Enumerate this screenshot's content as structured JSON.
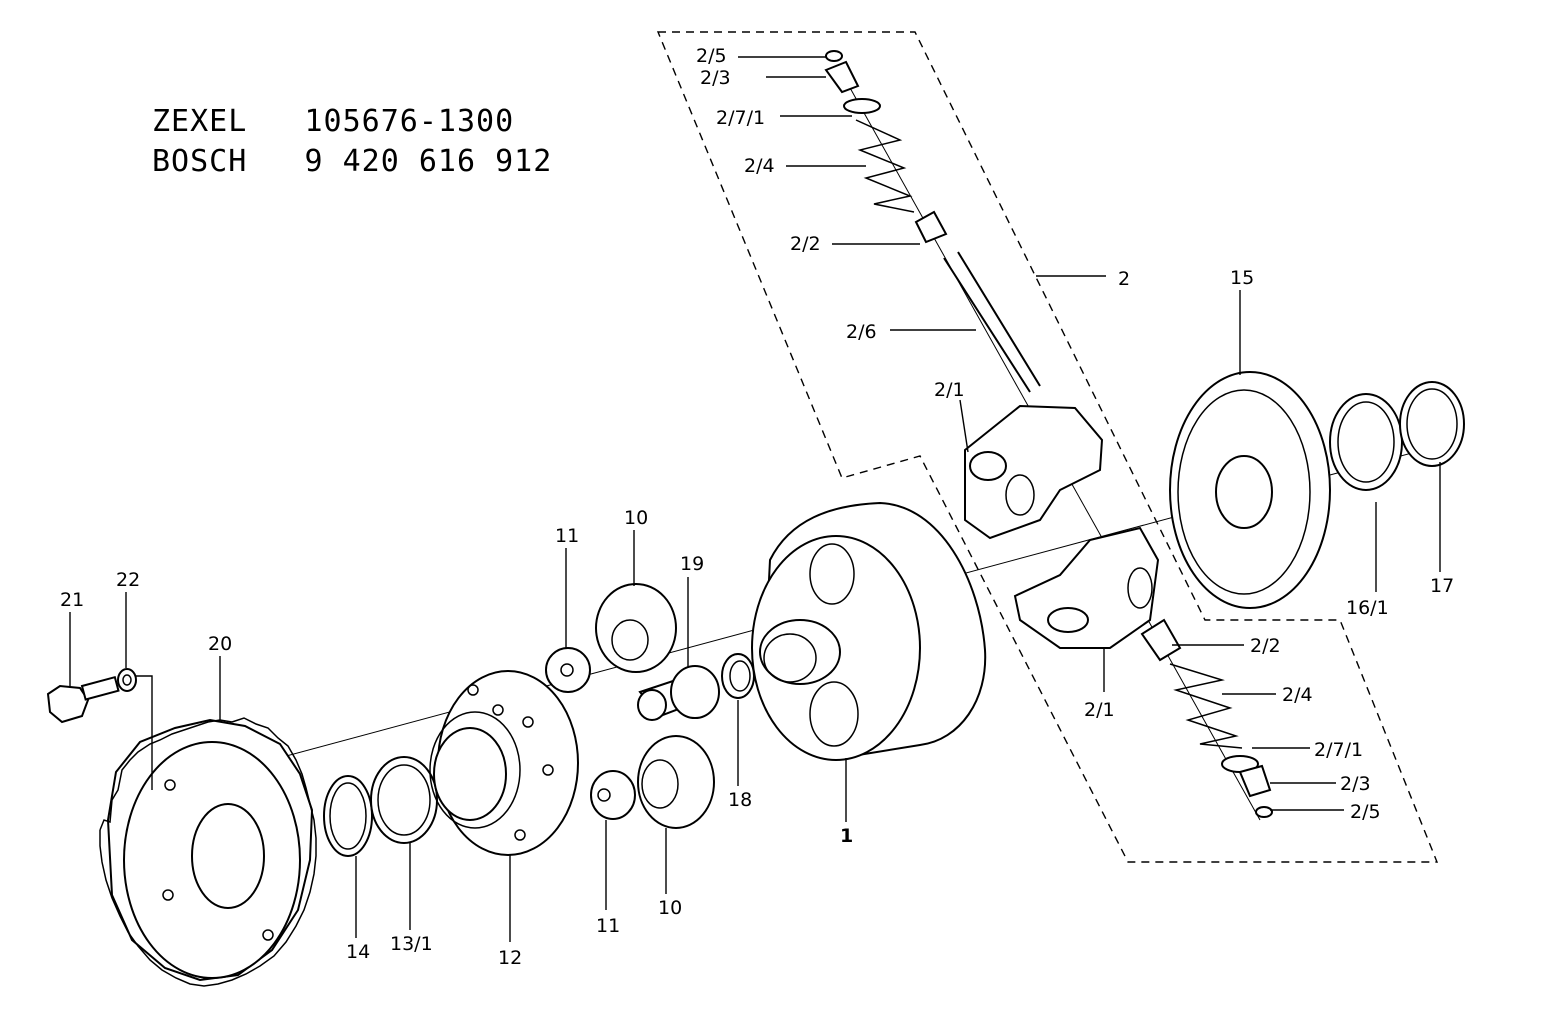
{
  "header": {
    "line1_brand": "ZEXEL",
    "line1_number": "105676-1300",
    "line2_brand": "BOSCH",
    "line2_number": "9 420 616 912"
  },
  "callouts": {
    "c1": "1",
    "c2": "2",
    "c2_1_top": "2/1",
    "c2_1_bottom": "2/1",
    "c2_2_top": "2/2",
    "c2_2_bottom": "2/2",
    "c2_3_top": "2/3",
    "c2_3_bottom": "2/3",
    "c2_4_top": "2/4",
    "c2_4_bottom": "2/4",
    "c2_5_top": "2/5",
    "c2_5_bottom": "2/5",
    "c2_6": "2/6",
    "c2_7_1_top": "2/7/1",
    "c2_7_1_bottom": "2/7/1",
    "c10_top": "10",
    "c10_bottom": "10",
    "c11_top": "11",
    "c11_bottom": "11",
    "c12": "12",
    "c13_1": "13/1",
    "c14": "14",
    "c15": "15",
    "c16_1": "16/1",
    "c17": "17",
    "c18": "18",
    "c19": "19",
    "c20": "20",
    "c21": "21",
    "c22": "22"
  },
  "colors": {
    "line": "#000000",
    "background": "#ffffff"
  }
}
